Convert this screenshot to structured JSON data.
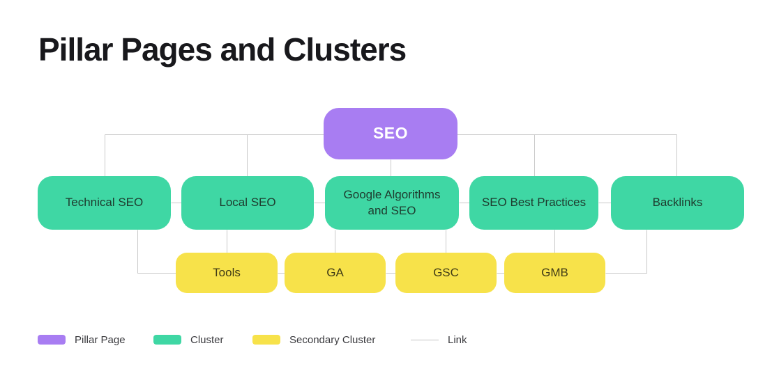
{
  "title": "Pillar Pages and Clusters",
  "diagram": {
    "pillar": {
      "label": "SEO"
    },
    "clusters": [
      {
        "label": "Technical SEO"
      },
      {
        "label": "Local SEO"
      },
      {
        "label": "Google Algorithms and SEO"
      },
      {
        "label": "SEO Best Practices"
      },
      {
        "label": "Backlinks"
      }
    ],
    "secondary_clusters": [
      {
        "label": "Tools"
      },
      {
        "label": "GA"
      },
      {
        "label": "GSC"
      },
      {
        "label": "GMB"
      }
    ]
  },
  "legend": {
    "items": [
      {
        "label": "Pillar Page",
        "color": "#a87df2"
      },
      {
        "label": "Cluster",
        "color": "#3fd7a4"
      },
      {
        "label": "Secondary Cluster",
        "color": "#f7e24a"
      },
      {
        "label": "Link",
        "color": "#c9c9c9"
      }
    ]
  },
  "colors": {
    "pillar_page": "#a87df2",
    "cluster": "#3fd7a4",
    "secondary_cluster": "#f7e24a",
    "link_line": "#c9c9c9",
    "title_text": "#18181c"
  }
}
